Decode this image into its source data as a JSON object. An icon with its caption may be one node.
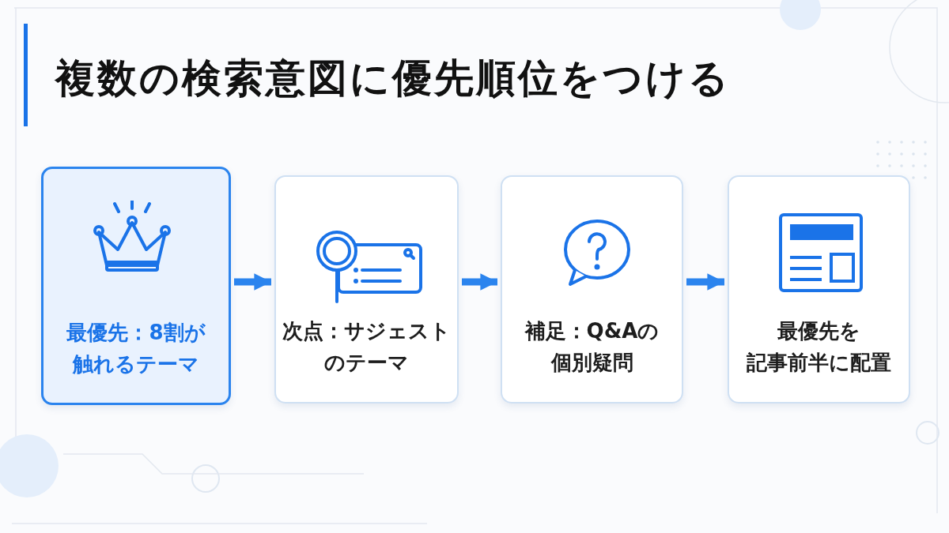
{
  "diagram": {
    "title": "複数の検索意図に優先順位をつける",
    "nodes": [
      {
        "text": [
          "最優先：8割が触れるテーマ"
        ]
      },
      {
        "text": [
          "次点：サジェストのテーマ"
        ]
      },
      {
        "text": [
          "補足：Q&Aの個別疑問"
        ]
      },
      {
        "text": [
          "最優先を記事前半に配置"
        ]
      }
    ],
    "edges": [
      {
        "from": 0,
        "to": 1,
        "arrow": "to"
      },
      {
        "from": 1,
        "to": 2,
        "arrow": "to"
      },
      {
        "from": 2,
        "to": 3,
        "arrow": "to"
      }
    ]
  }
}
